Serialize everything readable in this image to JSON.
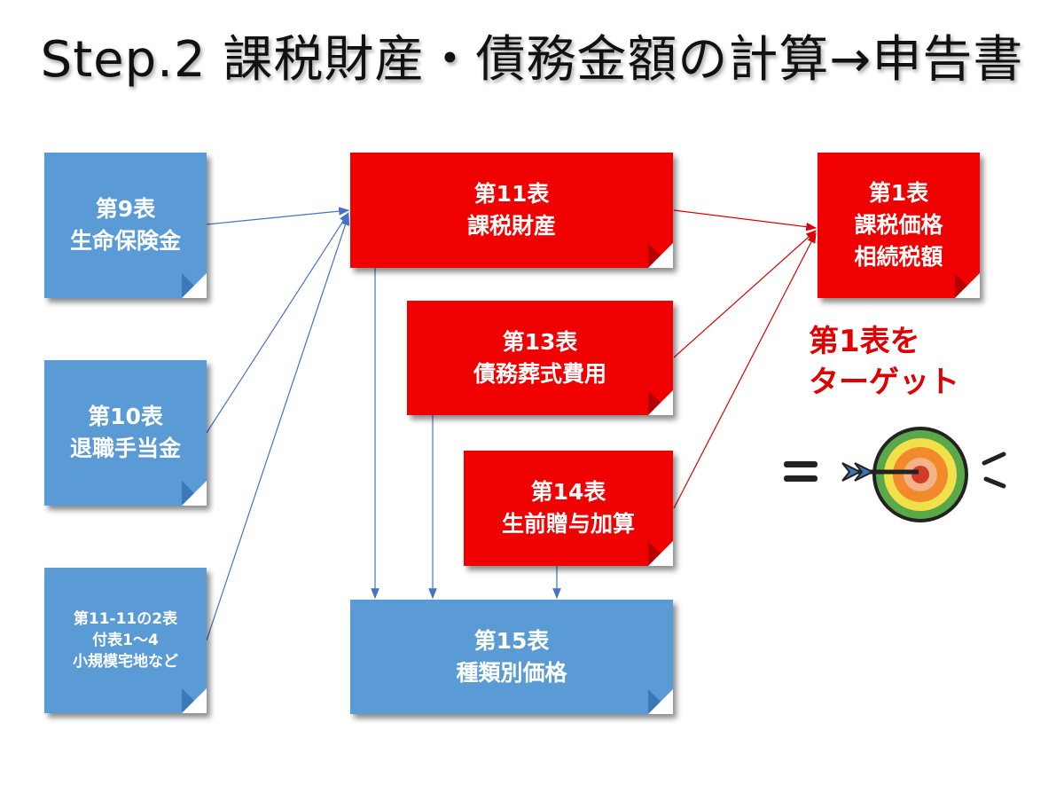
{
  "title": "Step.2 課税財産・債務金額の計算→申告書",
  "boxes": {
    "t9": {
      "line1": "第9表",
      "line2": "生命保険金"
    },
    "t10": {
      "line1": "第10表",
      "line2": "退職手当金"
    },
    "t11_11": {
      "line1": "第11-11の2表",
      "line2": "付表1～4",
      "line3": "小規模宅地など"
    },
    "t11": {
      "line1": "第11表",
      "line2": "課税財産"
    },
    "t13": {
      "line1": "第13表",
      "line2": "債務葬式費用"
    },
    "t14": {
      "line1": "第14表",
      "line2": "生前贈与加算"
    },
    "t15": {
      "line1": "第15表",
      "line2": "種類別価格"
    },
    "t1": {
      "line1": "第1表",
      "line2": "課税価格",
      "line3": "相続税額"
    }
  },
  "target_label": {
    "line1": "第1表を",
    "line2": "ターゲット"
  },
  "colors": {
    "blue": "#5b9bd5",
    "red": "#f00000",
    "arrow_blue": "#4472c4",
    "arrow_red": "#e00000"
  }
}
